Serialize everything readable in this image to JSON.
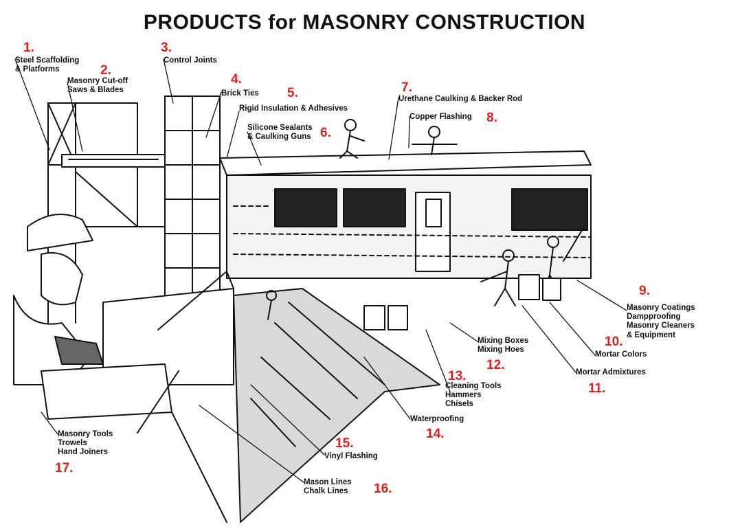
{
  "title": "PRODUCTS for MASONRY CONSTRUCTION",
  "colors": {
    "number": "#e0201c",
    "ink": "#111111",
    "background": "#ffffff"
  },
  "callouts": [
    {
      "number": "1.",
      "lines": [
        "Steel Scaffolding",
        "& Platforms"
      ]
    },
    {
      "number": "2.",
      "lines": [
        "Masonry Cut-off",
        "Saws & Blades"
      ]
    },
    {
      "number": "3.",
      "lines": [
        "Control Joints"
      ]
    },
    {
      "number": "4.",
      "lines": [
        "Brick Ties"
      ]
    },
    {
      "number": "5.",
      "lines": [
        "Rigid Insulation & Adhesives"
      ]
    },
    {
      "number": "6.",
      "lines": [
        "Silicone Sealants",
        "& Caulking Guns"
      ]
    },
    {
      "number": "7.",
      "lines": [
        "Urethane Caulking & Backer Rod"
      ]
    },
    {
      "number": "8.",
      "lines": [
        "Copper Flashing"
      ]
    },
    {
      "number": "9.",
      "lines": [
        "Masonry Coatings",
        "Dampproofing",
        "Masonry Cleaners",
        "& Equipment"
      ]
    },
    {
      "number": "10.",
      "lines": [
        "Mortar Colors"
      ]
    },
    {
      "number": "11.",
      "lines": [
        "Mortar Admixtures"
      ]
    },
    {
      "number": "12.",
      "lines": [
        "Mixing Boxes",
        "Mixing Hoes"
      ]
    },
    {
      "number": "13.",
      "lines": [
        "Cleaning Tools",
        "Hammers",
        "Chisels"
      ]
    },
    {
      "number": "14.",
      "lines": [
        "Waterproofing"
      ]
    },
    {
      "number": "15.",
      "lines": [
        "Vinyl Flashing"
      ]
    },
    {
      "number": "16.",
      "lines": [
        "Mason Lines",
        "Chalk Lines"
      ]
    },
    {
      "number": "17.",
      "lines": [
        "Masonry Tools",
        "Trowels",
        "Hand Joiners"
      ]
    }
  ]
}
